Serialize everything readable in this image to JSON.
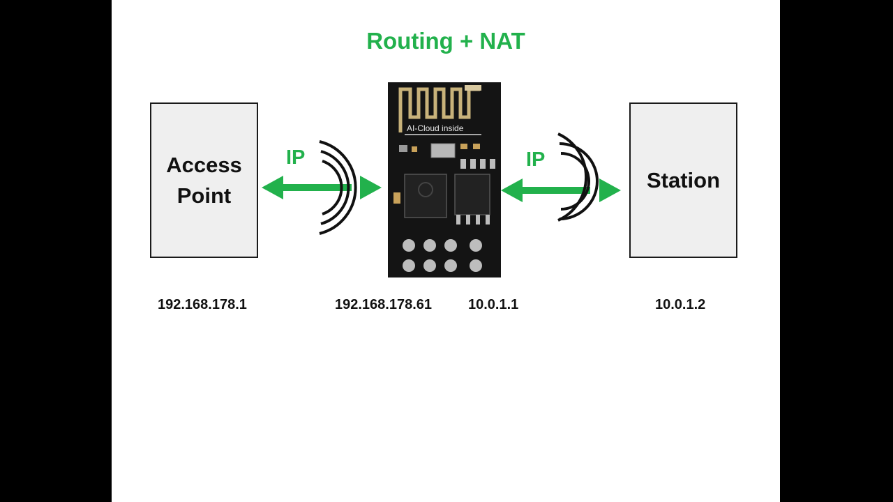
{
  "title": "Routing + NAT",
  "access_point": {
    "label_line1": "Access",
    "label_line2": "Point",
    "ip_address": "192.168.178.1"
  },
  "station": {
    "label": "Station",
    "ip_address": "10.0.1.2"
  },
  "module": {
    "silkscreen": "AI-Cloud inside",
    "ip_address_ap_side": "192.168.178.61",
    "ip_address_station_side": "10.0.1.1"
  },
  "links": {
    "left_label": "IP",
    "right_label": "IP"
  },
  "colors": {
    "accent_green": "#22b14c",
    "box_fill": "#efefef",
    "board": "#141414"
  }
}
